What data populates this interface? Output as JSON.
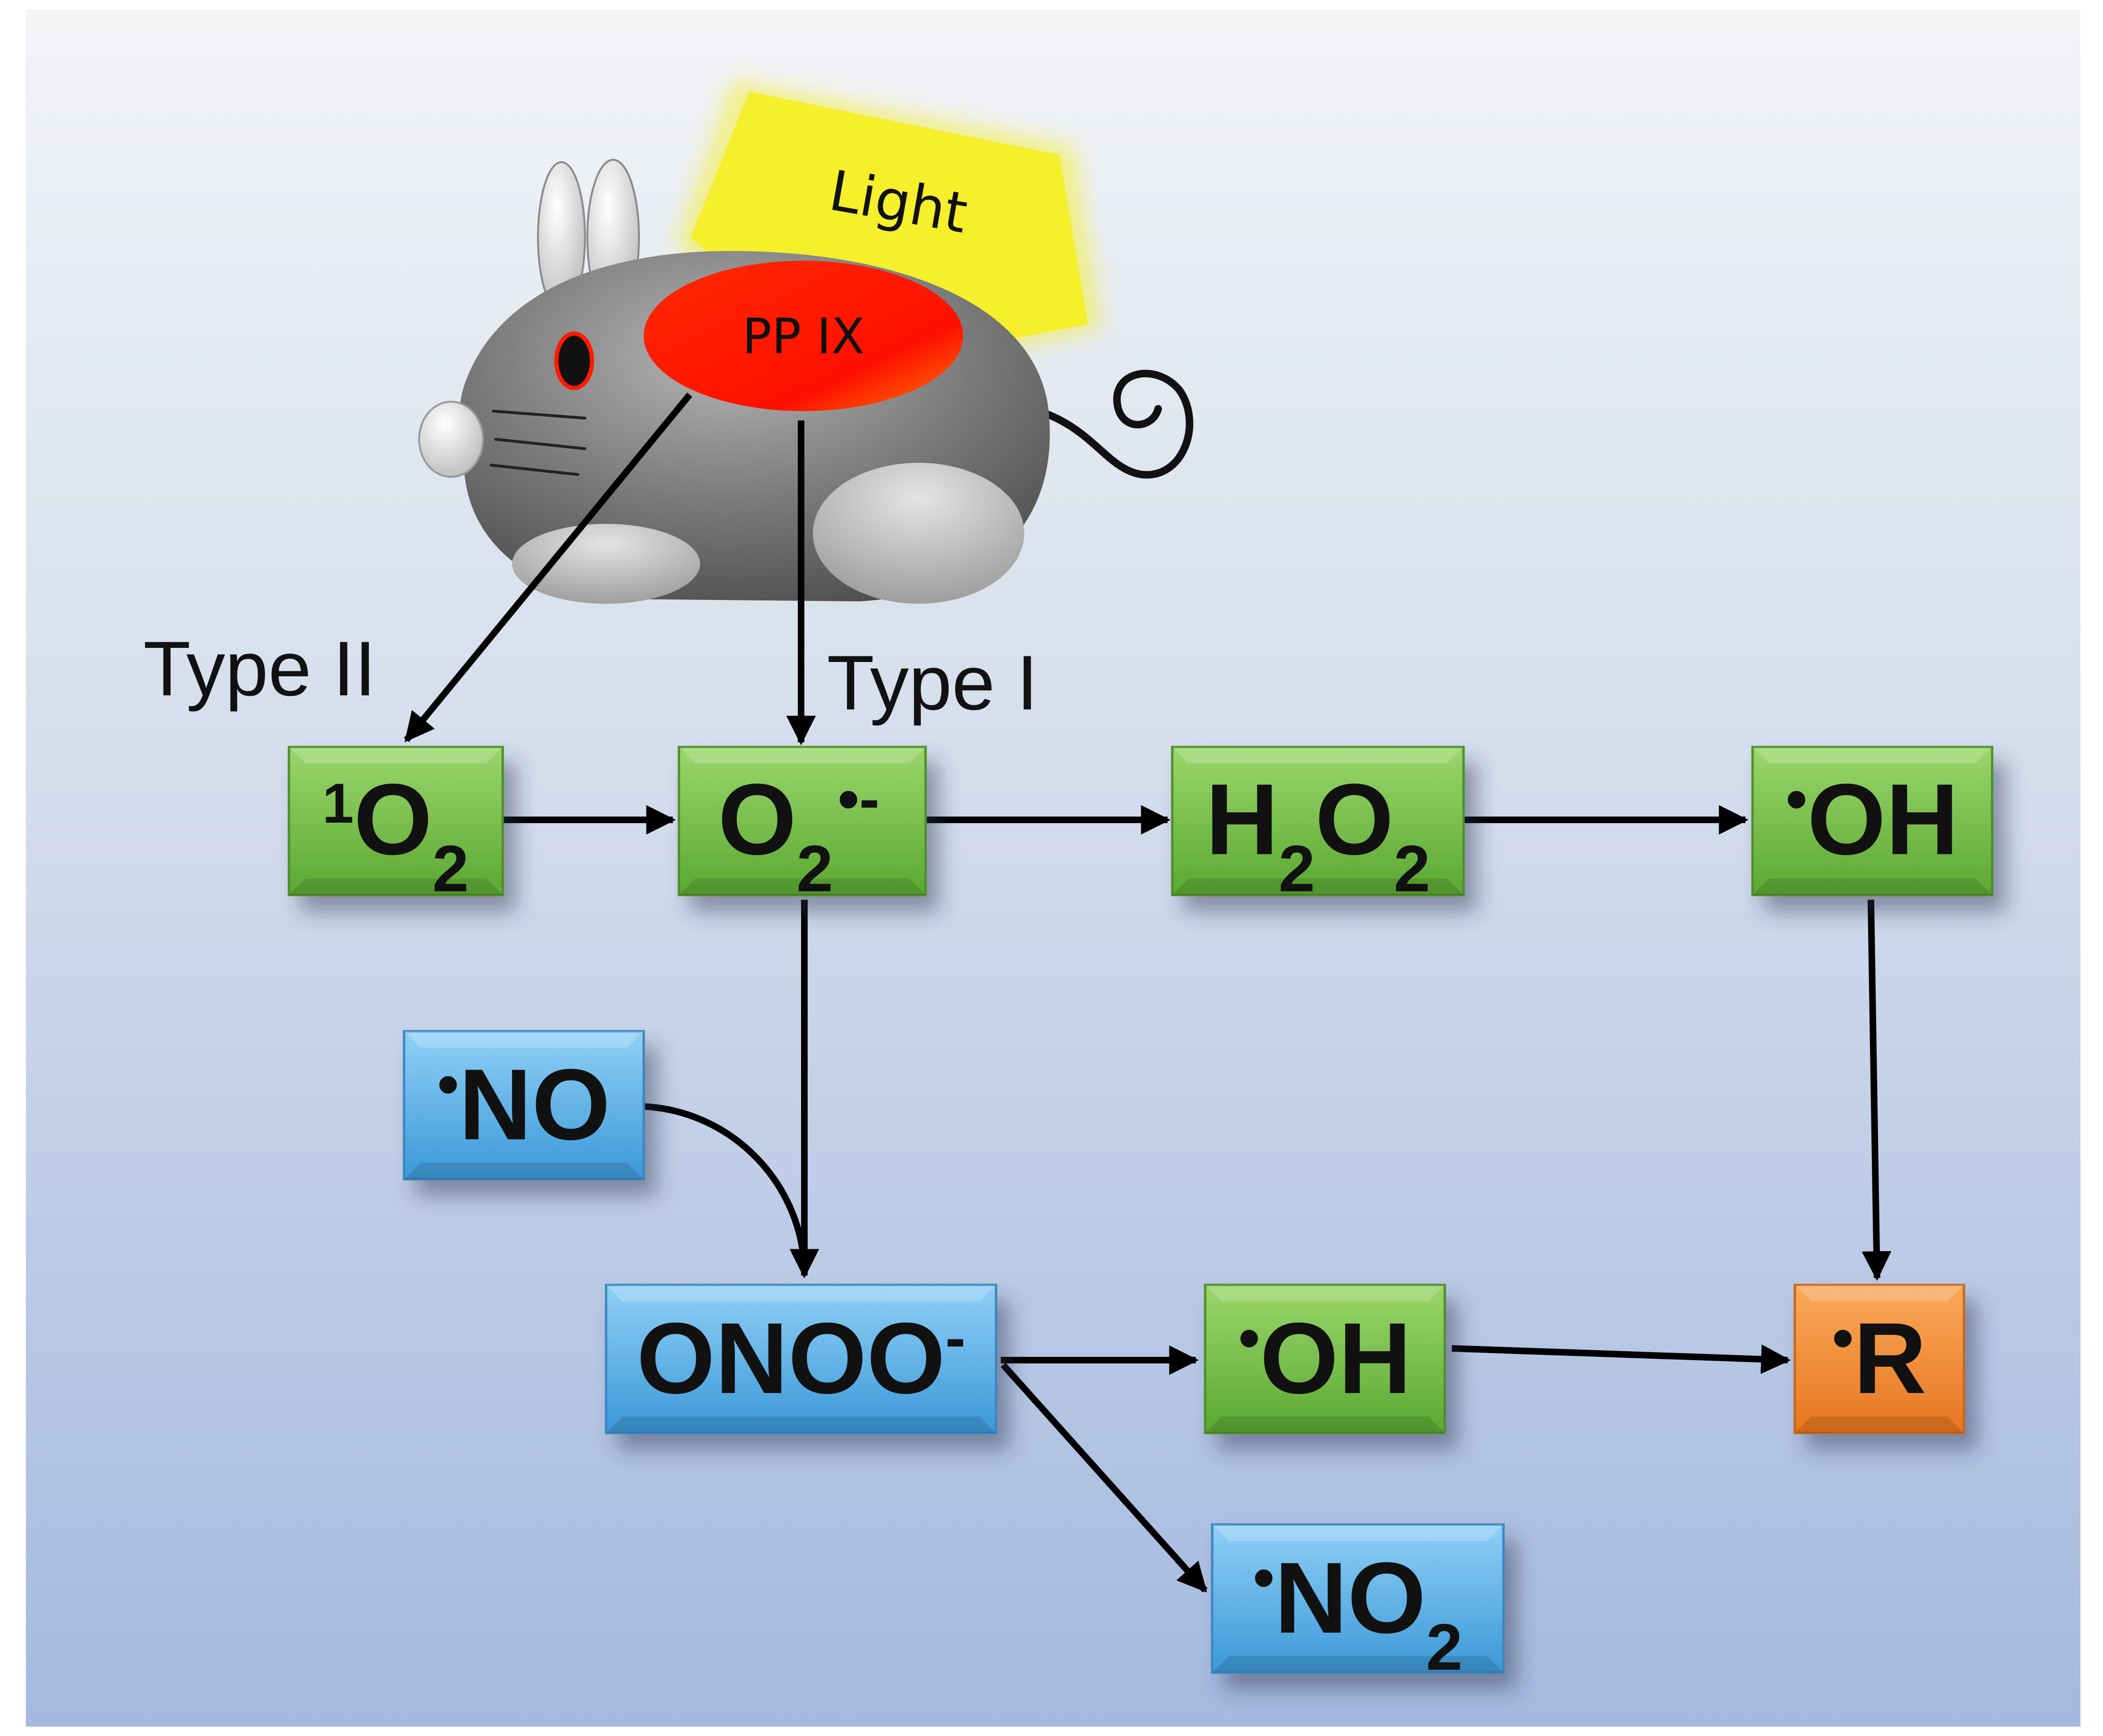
{
  "colors": {
    "green_box": "#78c048",
    "blue_box": "#5aaee6",
    "orange_box": "#f28a33",
    "light_beam": "#f5ef2c",
    "photosensitizer": "#ff1a00",
    "mouse_body": "#767676",
    "arrow": "#000000",
    "background_top": "#f3f4f6",
    "background_bottom": "#a4b9df"
  },
  "mouse": {
    "light_label": "Light",
    "photosensitizer_label": "PP IX"
  },
  "pathway_labels": {
    "type_ii": "Type II",
    "type_i": "Type I"
  },
  "nodes": {
    "singlet_oxygen": {
      "radical": "",
      "base": "O",
      "superscript": "1",
      "subscript": "2",
      "charge": ""
    },
    "superoxide": {
      "radical": "",
      "base": "O",
      "subscript": "2",
      "charge": "•-"
    },
    "hydrogen_peroxide": {
      "part1": "H",
      "sub1": "2",
      "part2": "O",
      "sub2": "2"
    },
    "hydroxyl_radical_top": {
      "radical": "•",
      "base": "OH"
    },
    "nitric_oxide": {
      "radical": "•",
      "base": "NO"
    },
    "peroxynitrite": {
      "base": "ONOO",
      "charge": "-"
    },
    "hydroxyl_radical_bottom": {
      "radical": "•",
      "base": "OH"
    },
    "alkyl_radical": {
      "radical": "•",
      "base": "R"
    },
    "nitrogen_dioxide": {
      "radical": "•",
      "base": "NO",
      "subscript": "2"
    }
  }
}
